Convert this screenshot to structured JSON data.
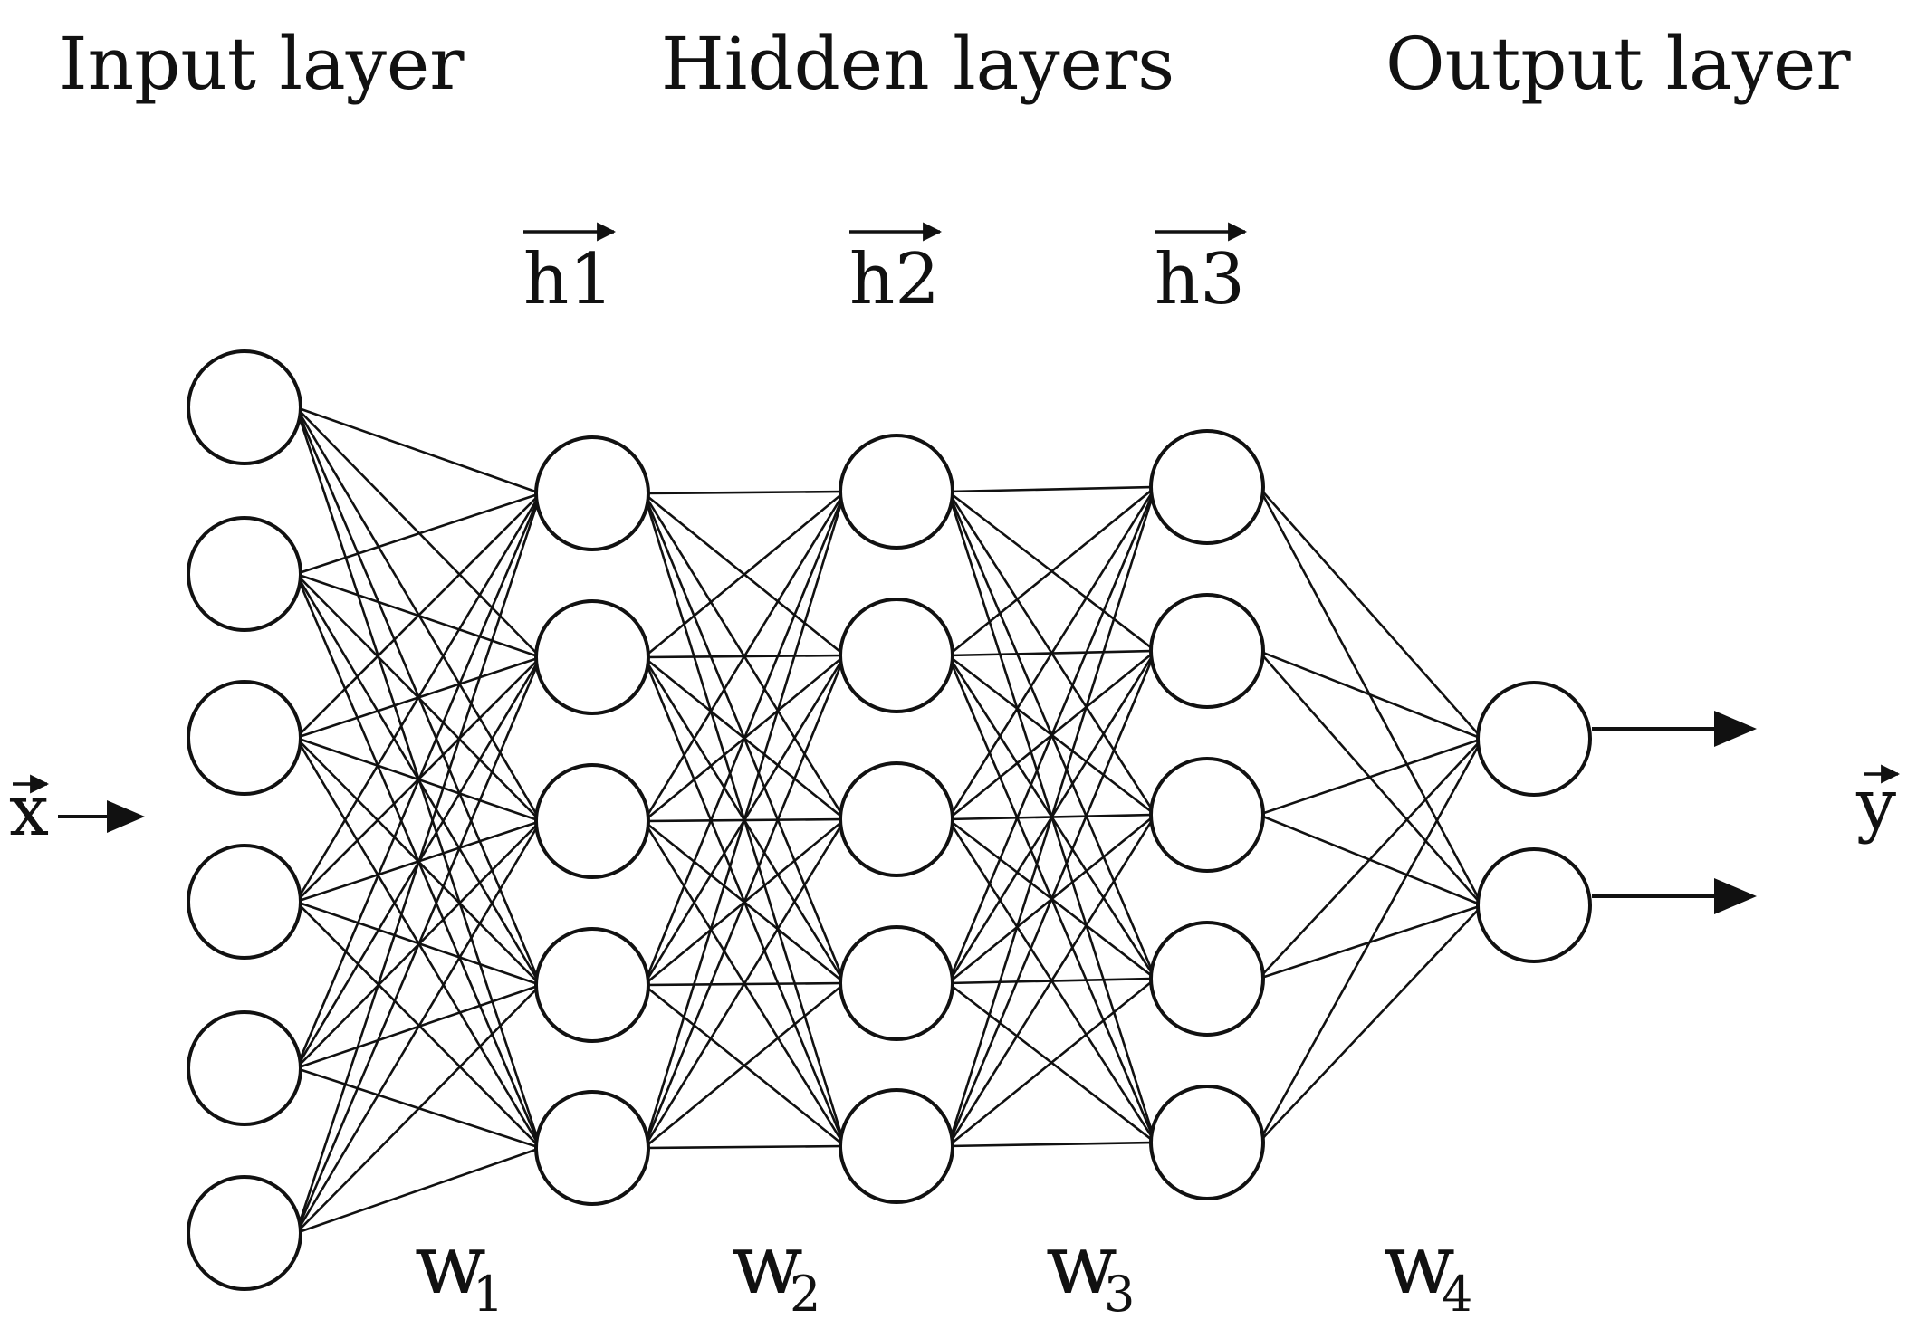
{
  "sections": {
    "input": "Input layer",
    "hidden": "Hidden layers",
    "output": "Output layer"
  },
  "hidden_labels": [
    "h1",
    "h2",
    "h3"
  ],
  "input_vector": "x",
  "output_vector": "y",
  "weights": [
    {
      "main": "w",
      "sub": "1"
    },
    {
      "main": "w",
      "sub": "2"
    },
    {
      "main": "w",
      "sub": "3"
    },
    {
      "main": "w",
      "sub": "4"
    }
  ],
  "layers": [
    {
      "name": "input",
      "nodes": 6
    },
    {
      "name": "hidden-1",
      "nodes": 5
    },
    {
      "name": "hidden-2",
      "nodes": 5
    },
    {
      "name": "hidden-3",
      "nodes": 5
    },
    {
      "name": "output",
      "nodes": 2
    }
  ],
  "connectivity": "fully-connected",
  "colors": {
    "stroke": "#111111",
    "node_fill": "#ffffff",
    "background": "#ffffff"
  }
}
